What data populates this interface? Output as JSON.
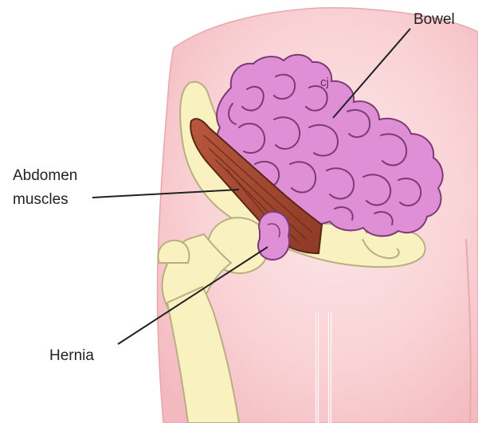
{
  "labels": {
    "bowel": "Bowel",
    "abdomen_line1": "Abdomen",
    "abdomen_line2": "muscles",
    "hernia": "Hernia",
    "mark": "cj"
  },
  "colors": {
    "skin": "#f7c9cc",
    "skin_light": "#fde6e7",
    "bone": "#faf1c0",
    "bone_edge": "#b9ad82",
    "bowel": "#de8fd6",
    "bowel_outline": "#7d3a74",
    "muscle": "#a44a33",
    "muscle_edge": "#5a2416",
    "leader": "#222222"
  }
}
